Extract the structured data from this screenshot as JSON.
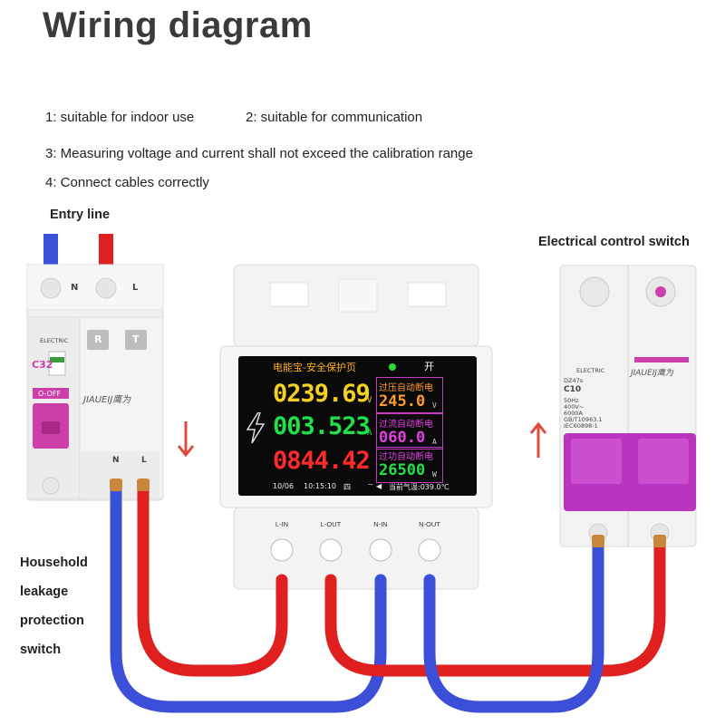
{
  "title": "Wiring diagram",
  "notes": {
    "n1": "1: suitable for indoor use",
    "n2": "2: suitable for communication",
    "n3": "3: Measuring voltage and current shall not exceed the calibration range",
    "n4": "4: Connect cables correctly"
  },
  "labels": {
    "entry_line": "Entry line",
    "control_switch": "Electrical control switch",
    "household": [
      "Household",
      "leakage",
      "protection",
      "switch"
    ]
  },
  "left_breaker": {
    "n": "N",
    "l": "L",
    "r": "R",
    "t": "T",
    "brand": "ELECTRIC",
    "rating": "C32",
    "off": "O-OFF",
    "logo": "JIAUEIJ鹰为",
    "bottom_n": "N",
    "bottom_l": "L"
  },
  "right_breaker": {
    "brand": "ELECTRIC",
    "model": "DZ47s",
    "rating": "C10",
    "logo": "JIAUEIJ鹰为",
    "spec": [
      "50Hz",
      "400V~",
      "6000A",
      "GB/T10963.1",
      "IEC60898-1"
    ]
  },
  "meter": {
    "header": "电能宝-安全保护页",
    "switch_state": "开",
    "voltage": "0239.69",
    "voltage_unit": "V",
    "current": "003.523",
    "current_unit": "A",
    "power": "0844.42",
    "over_voltage_label": "过压自动断电",
    "over_voltage": "245.0",
    "over_voltage_unit": "V",
    "over_current_label": "过流自动断电",
    "over_current": "060.0",
    "over_current_unit": "A",
    "over_power_label": "过功自动断电",
    "over_power": "26500",
    "over_power_unit": "W",
    "date": "10/06",
    "time": "10:15:10",
    "weekday": "四",
    "gas": "当前气温:039.0℃",
    "terminals": [
      "L-IN",
      "L-OUT",
      "N-IN",
      "N-OUT"
    ]
  },
  "colors": {
    "wire_blue": "#3b4fd8",
    "wire_red": "#e01f1f",
    "breaker_pink": "#cc3fa8",
    "arrow_red": "#e04a3a",
    "lcd_yellow": "#f5d020",
    "lcd_green": "#22e04a",
    "lcd_red": "#ff2a2a",
    "lcd_magenta": "#e040e0"
  }
}
